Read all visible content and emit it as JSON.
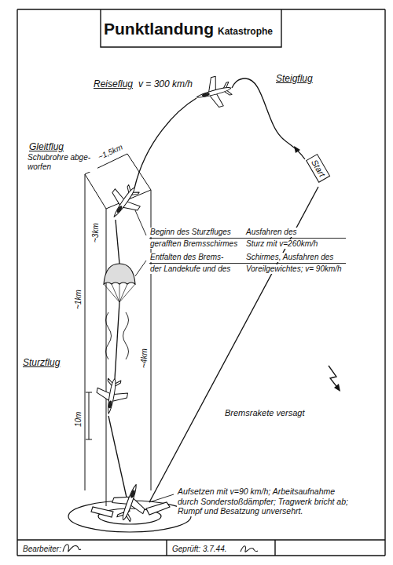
{
  "diagram": {
    "title": "Punktlandung",
    "nodes": [
      {
        "text": [
          "Start"
        ]
      }
    ],
    "labels": [
      "Katastrophe",
      "Reiseflug",
      "v = 300 km/h",
      "Steigflug",
      "Gleitflug",
      "Schubrohre abge- worfen",
      "~1,5km",
      "~3km",
      "~1km",
      "~4km",
      "10m",
      "Sturzflug",
      "Beginn des Sturzfluges",
      "gerafften Bremsschirmes",
      "Ausfahren des",
      "Sturz mit v=260km/h",
      "Entfalten des Brems-",
      "der Landekufe und des",
      "Schirmes, Ausfahren des",
      "Voreilgewichtes; v= 90km/h",
      "Bremsrakete versagt",
      "Aufsetzen mit v=90 km/h; Arbeitsaufnahme durch Sonderstoßdämpfer; Tragwerk bricht ab; Rumpf und Besatzung unversehrt.",
      "Bearbeiter:",
      "Geprüft: 3.7.44."
    ]
  }
}
